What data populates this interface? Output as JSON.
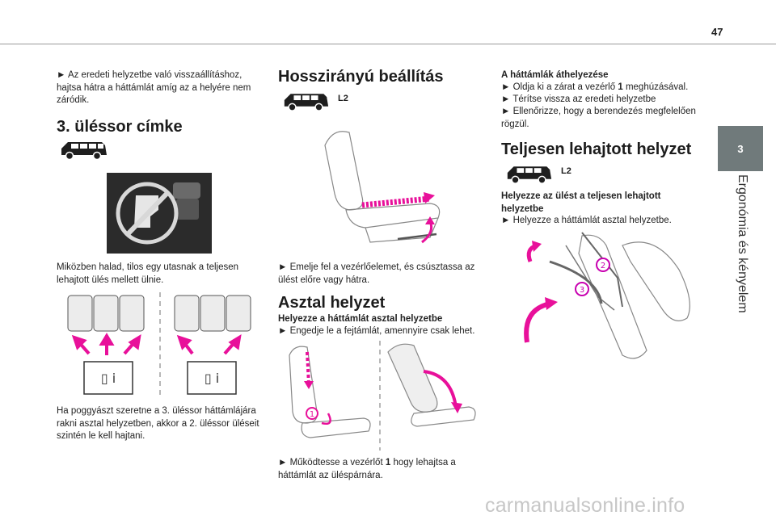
{
  "page": {
    "number": "47"
  },
  "chapter": {
    "tab": "3",
    "title": "Ergonómia és kényelem"
  },
  "col1": {
    "intro": "► Az eredeti helyzetbe való visszaállításhoz, hajtsa hátra a háttámlát amíg az a helyére nem záródik.",
    "heading": "3. üléssor címke",
    "para1": "Miközben halad, tilos egy utasnak a teljesen lehajtott ülés mellett ülnie.",
    "para2": "Ha poggyászt szeretne a 3. üléssor háttámlájára rakni asztal helyzetben, akkor a 2. üléssor üléseit szintén le kell hajtani."
  },
  "col2": {
    "heading": "Hosszirányú beállítás",
    "variant": "L2",
    "step1": "► Emelje fel a vezérlőelemet, és csúsztassa az ülést előre vagy hátra.",
    "heading2": "Asztal helyzet",
    "subheading": "Helyezze a háttámlát asztal helyzetbe",
    "step2": "► Engedje le a fejtámlát, amennyire csak lehet.",
    "callout1": "1",
    "step3_pre": "► Működtesse a vezérlőt ",
    "step3_bold": "1",
    "step3_post": " hogy lehajtsa a háttámlát az üléspárnára."
  },
  "col3": {
    "subheading": "A háttámlák áthelyezése",
    "item1_pre": "► Oldja ki a zárat a vezérlő ",
    "item1_bold": "1",
    "item1_post": " meghúzásával.",
    "item2": "► Térítse vissza az eredeti helyzetbe",
    "item3": "► Ellenőrizze, hogy a berendezés megfelelően rögzül.",
    "heading": "Teljesen lehajtott helyzet",
    "variant": "L2",
    "subheading2": "Helyezze az ülést a teljesen lehajtott helyzetbe",
    "step": "► Helyezze a háttámlát asztal helyzetbe.",
    "callout2": "2",
    "callout3": "3"
  },
  "watermark": "carmanualsonline.info",
  "colors": {
    "magenta": "#e8109a",
    "accent_tab": "#707a7b",
    "label_bg": "#2a2a2a"
  }
}
